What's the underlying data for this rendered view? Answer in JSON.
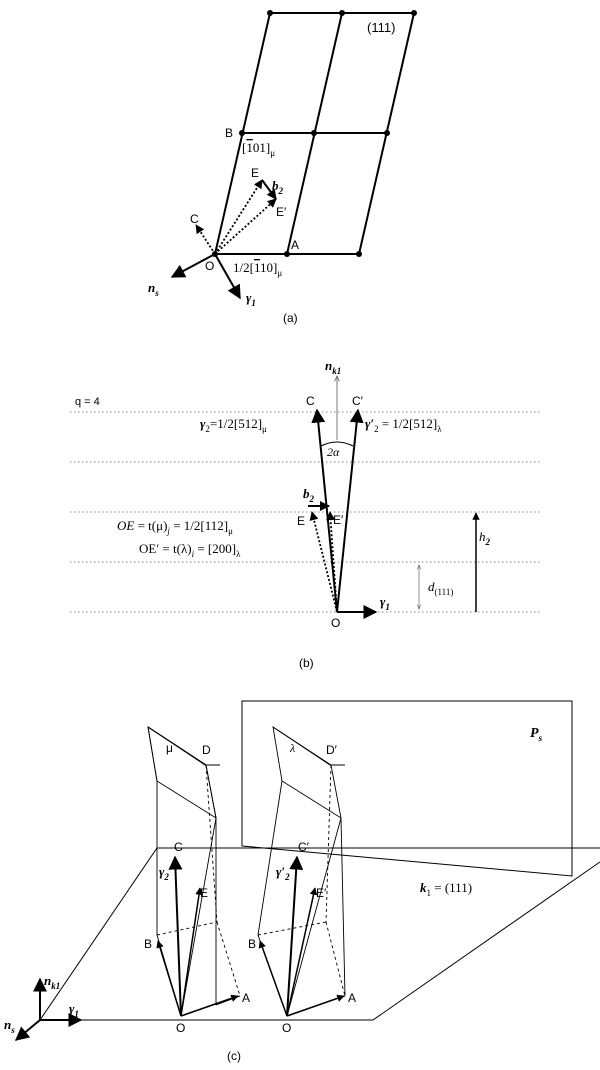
{
  "panel_a": {
    "plane_label": "(111)",
    "point_B": "B",
    "vector_b_label": "[",
    "vector_b_bar": "1",
    "vector_b_rest": "01]",
    "vector_b_sub": "μ",
    "point_E": "E",
    "b2": "b",
    "b2_sub": "2",
    "point_E_prime": "E′",
    "point_C": "C",
    "point_A": "A",
    "point_O": "O",
    "vector_a_prefix": "1/2[",
    "vector_a_bar": "1",
    "vector_a_rest": "10]",
    "vector_a_sub": "μ",
    "n_s": "n",
    "n_s_sub": "s",
    "gamma1": "γ",
    "gamma1_sub": "1",
    "caption": "(a)"
  },
  "panel_b": {
    "q_label": "q = 4",
    "n_k1": "n",
    "n_k1_sub": "k1",
    "point_C": "C",
    "point_C_prime": "C′",
    "gamma2": "γ",
    "gamma2_sub": "2",
    "gamma2_eq": "=1/2[512]",
    "gamma2_eq_sub": "μ",
    "gamma2p": "γ′",
    "gamma2p_sub": "2",
    "gamma2p_eq": " = 1/2[512]",
    "gamma2p_eq_sub": "λ",
    "angle": "2α",
    "b2": "b",
    "b2_sub": "2",
    "point_E": "E",
    "point_E_prime": "E′",
    "OE_lhs": "OE",
    "OE_mid": " = t(μ)",
    "OE_sub": "j",
    "OE_rhs": " = 1/2[112]",
    "OE_rhs_sub": "μ",
    "OEp_lhs": "OE′ = t(λ)",
    "OEp_sub": "i",
    "OEp_rhs": " = [200]",
    "OEp_rhs_sub": "λ",
    "h2": "h",
    "h2_sub": "2",
    "d111": "d",
    "d111_sub": "(111)",
    "gamma1": "γ",
    "gamma1_sub": "1",
    "point_O": "O",
    "caption": "(b)"
  },
  "panel_c": {
    "Ps": "P",
    "Ps_sub": "s",
    "mu": "μ",
    "lambda": "λ",
    "point_D": "D",
    "point_D_prime": "D′",
    "point_C": "C",
    "point_C_prime": "C′",
    "gamma2": "γ",
    "gamma2_sub": "2",
    "gamma2p": "γ′",
    "gamma2p_sub": "2",
    "point_E": "E",
    "point_E_prime": "E′",
    "k1": "k",
    "k1_sub": "1",
    "k1_eq": " = (111)",
    "point_B1": "B",
    "point_B2": "B",
    "point_A1": "A",
    "point_A2": "A",
    "point_O1": "O",
    "point_O2": "O",
    "n_k1": "n",
    "n_k1_sub": "k1",
    "gamma1": "γ",
    "gamma1_sub": "1",
    "n_s": "n",
    "n_s_sub": "s",
    "caption": "(c)"
  }
}
